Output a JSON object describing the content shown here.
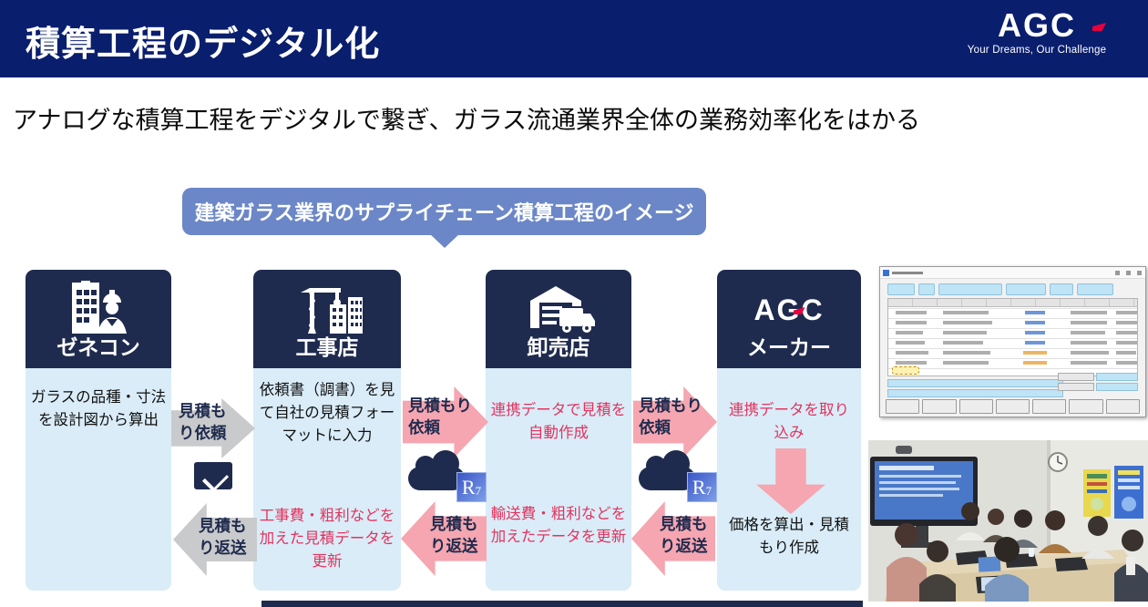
{
  "header": {
    "title": "積算工程のデジタル化",
    "logo_text": "AGC",
    "logo_tagline": "Your Dreams, Our Challenge"
  },
  "subtitle": "アナログな積算工程をデジタルで繋ぎ、ガラス流通業界全体の業務効率化をはかる",
  "callout": "建築ガラス業界のサプライチェーン積算工程のイメージ",
  "columns": [
    {
      "label": "ゼネコン",
      "icon": "building-worker-icon",
      "top_text": "ガラスの品種・寸法を設計図から算出",
      "top_color": "black"
    },
    {
      "label": "工事店",
      "icon": "crane-building-icon",
      "top_text": "依頼書（調書）を見て自社の見積フォーマットに入力",
      "top_color": "black",
      "bottom_text": "工事費・粗利などを加えた見積データを更新",
      "bottom_color": "red"
    },
    {
      "label": "卸売店",
      "icon": "warehouse-truck-icon",
      "top_text": "連携データで見積を自動作成",
      "top_color": "red",
      "bottom_text": "輸送費・粗利などを加えたデータを更新",
      "bottom_color": "red"
    },
    {
      "label": "メーカー",
      "icon": "agc-logo",
      "logo_text": "AGC",
      "top_text": "連携データを取り込み",
      "top_color": "red",
      "bottom_text": "価格を算出・見積もり作成",
      "bottom_color": "black"
    }
  ],
  "flows": [
    {
      "request": "見積もり依頼",
      "return": "見積もり返送",
      "medium_icon": "envelope-icon",
      "style": "gray"
    },
    {
      "request": "見積もり依頼",
      "return": "見積もり返送",
      "medium_icon": "cloud-r7-icon",
      "badge_letter": "R",
      "badge_digit": "7",
      "style": "pink"
    },
    {
      "request": "見積もり依頼",
      "return": "見積もり返送",
      "medium_icon": "cloud-r7-icon",
      "badge_letter": "R",
      "badge_digit": "7",
      "style": "pink"
    }
  ],
  "colors": {
    "header_navy": "#0A1E6E",
    "box_navy": "#1F2B4E",
    "body_light_blue": "#D9ECF8",
    "callout_blue": "#6B87C8",
    "pink_arrow": "#F5A6B0",
    "gray_arrow": "#C9CACB",
    "red_text": "#E3335E",
    "agc_red": "#E8003C"
  }
}
